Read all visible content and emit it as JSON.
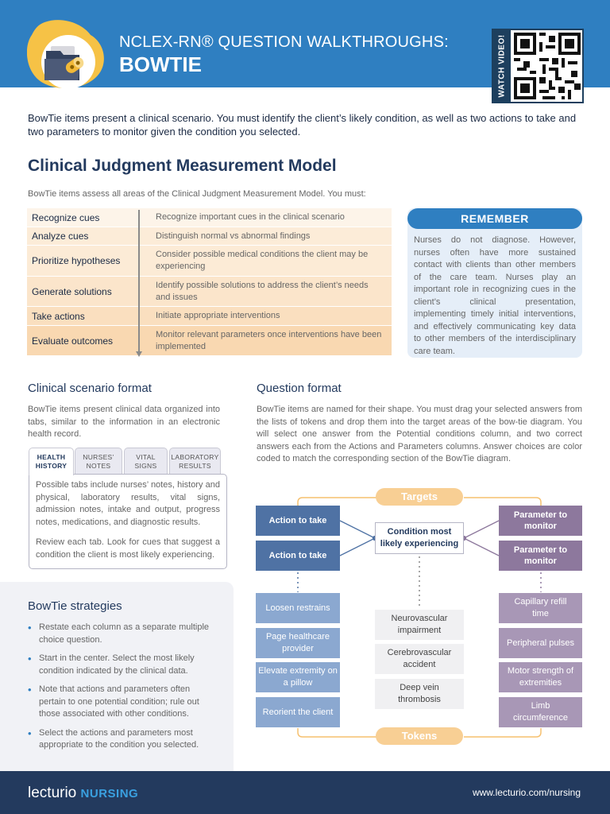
{
  "header": {
    "line1": "NCLEX-RN® QUESTION WALKTHROUGHS:",
    "line2": "BOWTIE",
    "qr_label": "WATCH VIDEO!"
  },
  "intro": "BowTie items present a clinical scenario. You must identify the client’s likely condition, as well as two actions to take and two parameters to monitor given the condition you selected.",
  "cjmm": {
    "title": "Clinical Judgment Measurement Model",
    "lead": "BowTie items assess all areas of the Clinical Judgment Measurement Model. You must:",
    "rows": [
      {
        "key": "Recognize cues",
        "value": "Recognize important cues in the clinical scenario"
      },
      {
        "key": "Analyze cues",
        "value": "Distinguish normal vs abnormal findings"
      },
      {
        "key": "Prioritize hypotheses",
        "value": "Consider possible medical conditions the client may be experiencing"
      },
      {
        "key": "Generate solutions",
        "value": "Identify possible solutions to address the client’s needs and issues"
      },
      {
        "key": "Take actions",
        "value": "Initiate appropriate interventions"
      },
      {
        "key": "Evaluate outcomes",
        "value": "Monitor relevant parameters once interventions have been implemented"
      }
    ]
  },
  "remember": {
    "title": "REMEMBER",
    "text": "Nurses do not diagnose. However, nurses often have more sustained contact with clients than other members of the care team. Nurses play an important role in recognizing cues in the client’s clinical presentation, implementing timely initial interventions, and effectively communicating key data to other members of the interdisciplinary care team."
  },
  "scenario": {
    "title": "Clinical scenario format",
    "text": "BowTie items present clinical data organized into tabs, similar to the information in an electronic health record.",
    "tabs": [
      {
        "l1": "HEALTH",
        "l2": "HISTORY"
      },
      {
        "l1": "NURSES’",
        "l2": "NOTES"
      },
      {
        "l1": "VITAL",
        "l2": "SIGNS"
      },
      {
        "l1": "LABORATORY",
        "l2": "RESULTS"
      }
    ],
    "panel_p1": "Possible tabs include nurses’ notes, history and physical, laboratory results, vital signs, admission notes, intake and output, progress notes, medications, and diagnostic results.",
    "panel_p2": "Review each tab. Look for cues that suggest a condition the client is most likely experiencing."
  },
  "strategies": {
    "title": "BowTie strategies",
    "items": [
      "Restate each column as a separate multiple choice question.",
      "Start in the center. Select the most likely condition indicated by the clinical data.",
      "Note that actions and parameters often pertain to one potential condition; rule out those associated with other conditions.",
      "Select the actions and parameters most appropriate to the condition you selected."
    ]
  },
  "question": {
    "title": "Question format",
    "text": "BowTie items are named for their shape. You must drag your selected answers from the lists of tokens and drop them into the target areas of the bow-tie diagram. You will select one answer from the Potential conditions column, and two correct answers each from the Actions and Parameters columns. Answer choices are color coded to match the corresponding section of the BowTie diagram."
  },
  "bowtie": {
    "targets_label": "Targets",
    "tokens_label": "Tokens",
    "action_target": "Action to take",
    "parameter_target": "Parameter to monitor",
    "condition_target": "Condition most likely experiencing",
    "action_tokens": [
      "Loosen restrains",
      "Page healthcare provider",
      "Elevate extremity on a pillow",
      "Reorient the client"
    ],
    "condition_tokens": [
      "Neurovascular impairment",
      "Cerebrovascular accident",
      "Deep vein thrombosis"
    ],
    "parameter_tokens": [
      "Capillary refill time",
      "Peripheral pulses",
      "Motor strength of extremities",
      "Limb circumference"
    ],
    "colors": {
      "action": "#4f72a4",
      "parameter": "#8d789d",
      "pill": "#f8cf94"
    }
  },
  "footer": {
    "logo_text": "lecturio",
    "logo_suffix": "NURSING",
    "url": "www.lecturio.com/nursing"
  }
}
